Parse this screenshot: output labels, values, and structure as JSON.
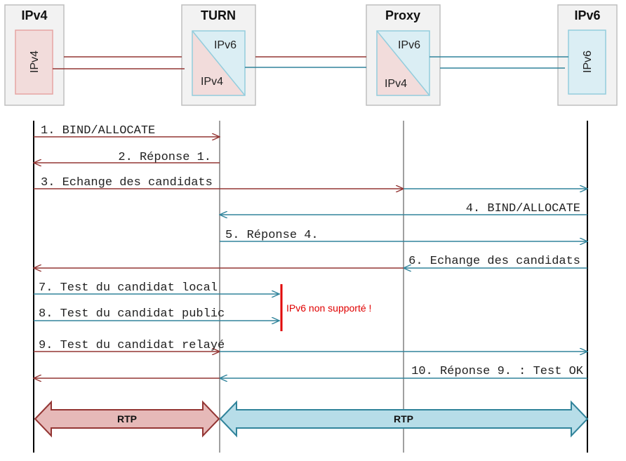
{
  "nodes": {
    "ipv4": {
      "title": "IPv4",
      "inner": "IPv4"
    },
    "turn": {
      "title": "TURN",
      "top": "IPv6",
      "bottom": "IPv4"
    },
    "proxy": {
      "title": "Proxy",
      "top": "IPv6",
      "bottom": "IPv4"
    },
    "ipv6": {
      "title": "IPv6",
      "inner": "IPv6"
    }
  },
  "messages": [
    {
      "text": "1. BIND/ALLOCATE"
    },
    {
      "text": "2. Réponse 1."
    },
    {
      "text": "3. Echange des candidats"
    },
    {
      "text": "4. BIND/ALLOCATE"
    },
    {
      "text": "5. Réponse 4."
    },
    {
      "text": "6. Echange des candidats"
    },
    {
      "text": "7. Test du candidat local"
    },
    {
      "text": "8. Test du candidat public"
    },
    {
      "text": "9. Test du candidat relayé"
    },
    {
      "text": "10. Réponse 9. : Test OK"
    }
  ],
  "note": {
    "text": "IPv6 non supporté !"
  },
  "rtp": {
    "left": "RTP",
    "right": "RTP"
  },
  "colors": {
    "ipv4_line": "#943634",
    "ipv6_line": "#31849b",
    "ipv4_fill": "#f2dcdb",
    "ipv6_fill": "#dbeef4",
    "ipv4_border": "#e6a5a3",
    "ipv6_border": "#93cddd",
    "rtp_red": "#e6b9b8",
    "rtp_blue": "#b7dde8",
    "note": "#e00000"
  }
}
